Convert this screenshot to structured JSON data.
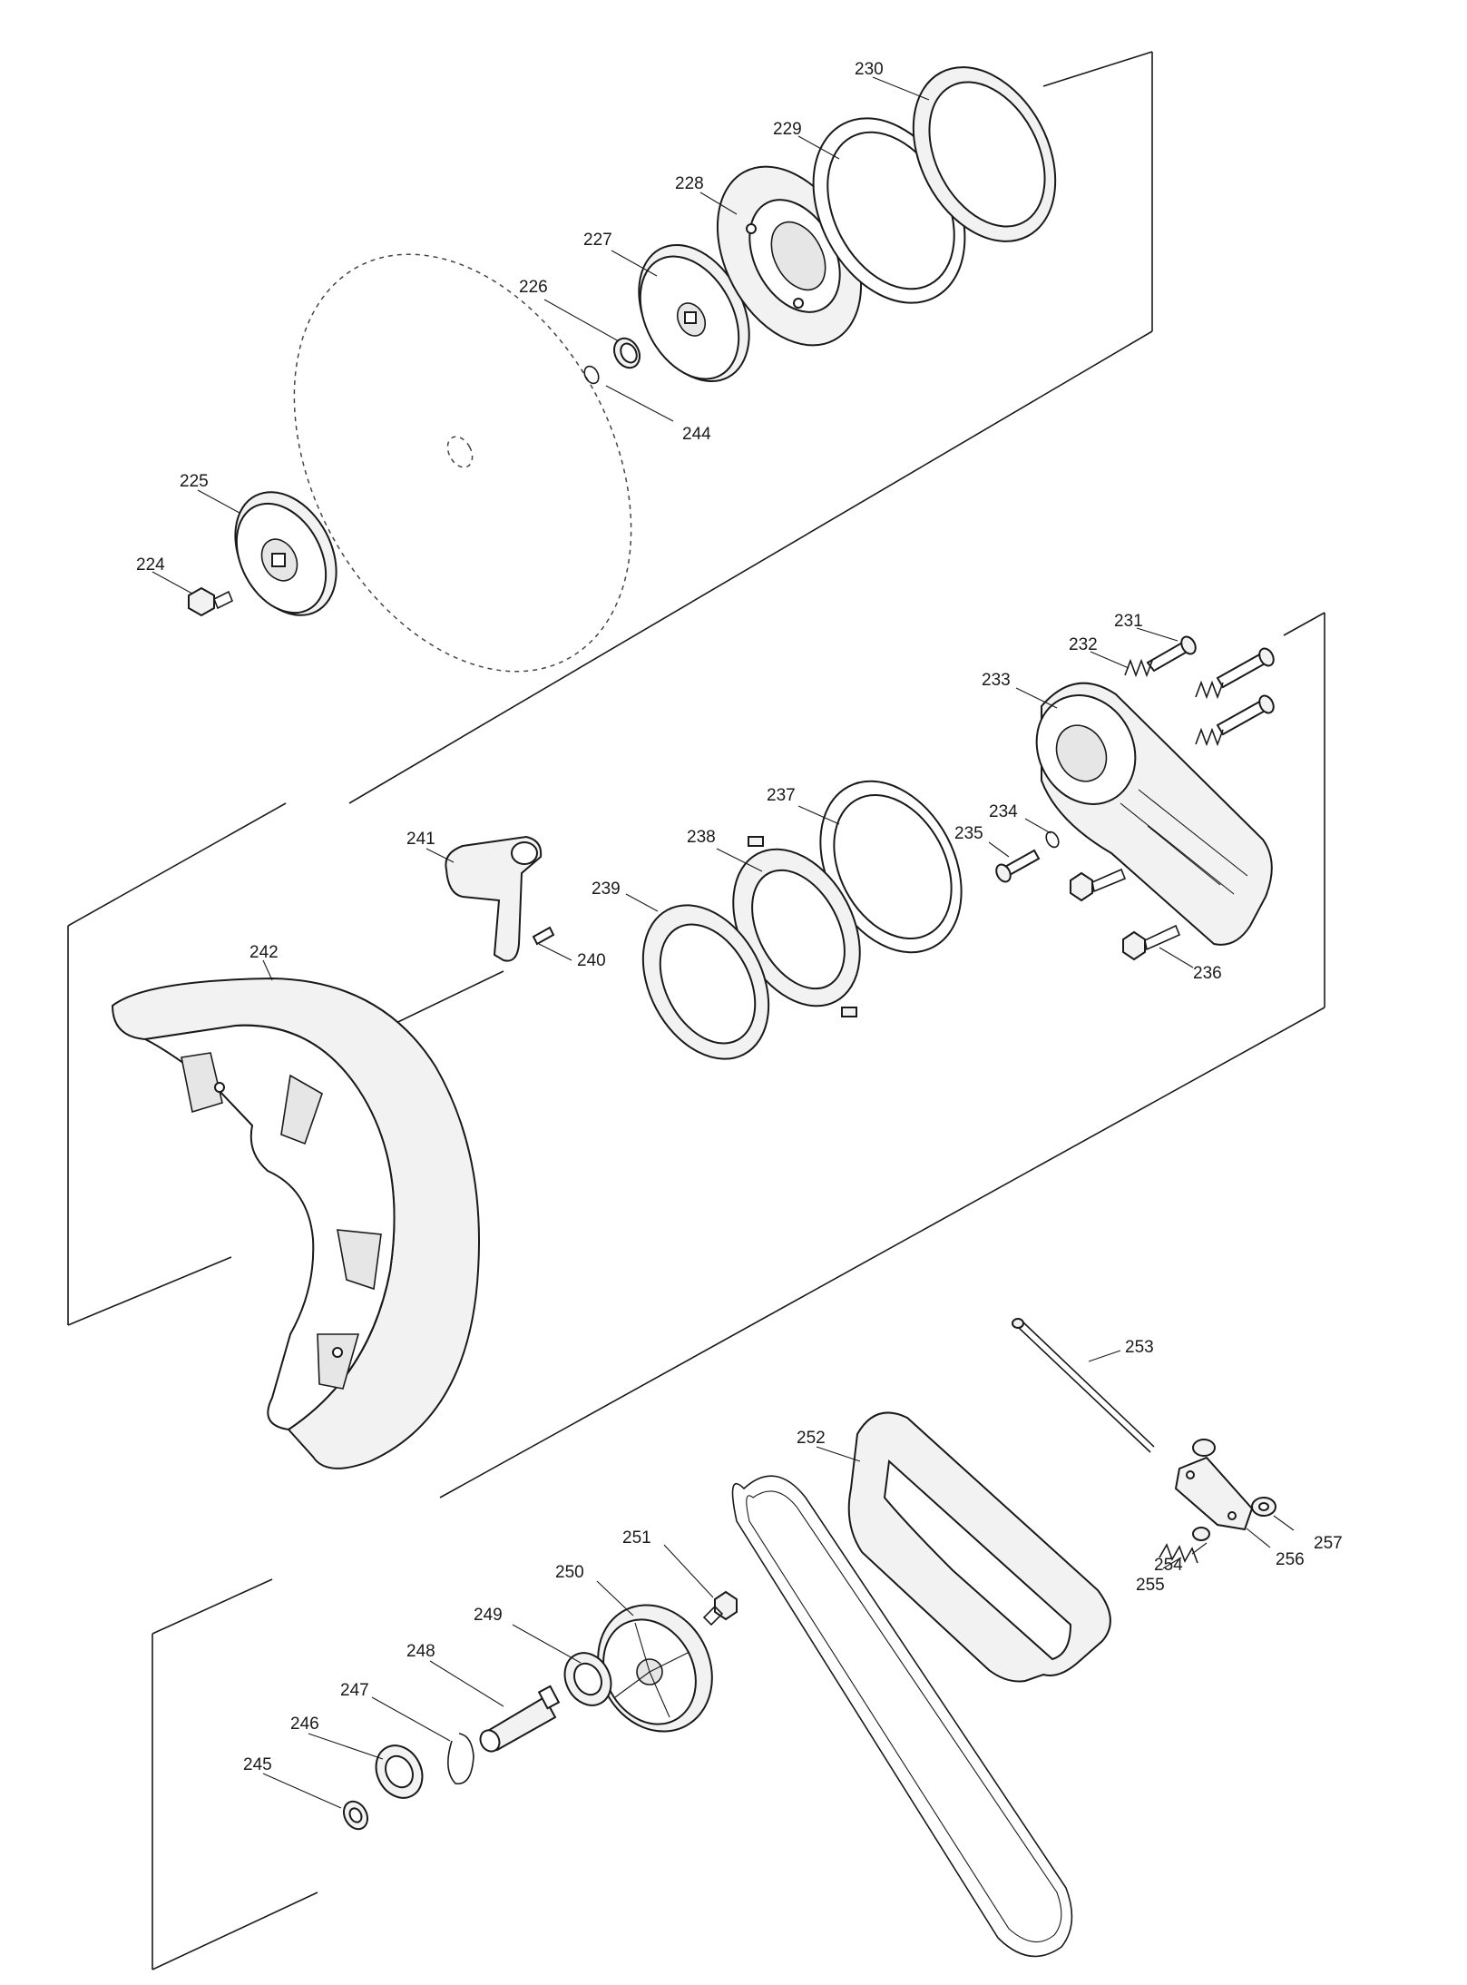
{
  "labels": {
    "p224": "224",
    "p225": "225",
    "p226": "226",
    "p227": "227",
    "p228": "228",
    "p229": "229",
    "p230": "230",
    "p231": "231",
    "p232": "232",
    "p233": "233",
    "p234": "234",
    "p235": "235",
    "p236": "236",
    "p237": "237",
    "p238": "238",
    "p239": "239",
    "p240": "240",
    "p241": "241",
    "p242": "242",
    "p244": "244",
    "p245": "245",
    "p246": "246",
    "p247": "247",
    "p248": "248",
    "p249": "249",
    "p250": "250",
    "p251": "251",
    "p252": "252",
    "p253": "253",
    "p254": "254",
    "p255": "255",
    "p256": "256",
    "p257": "257"
  }
}
